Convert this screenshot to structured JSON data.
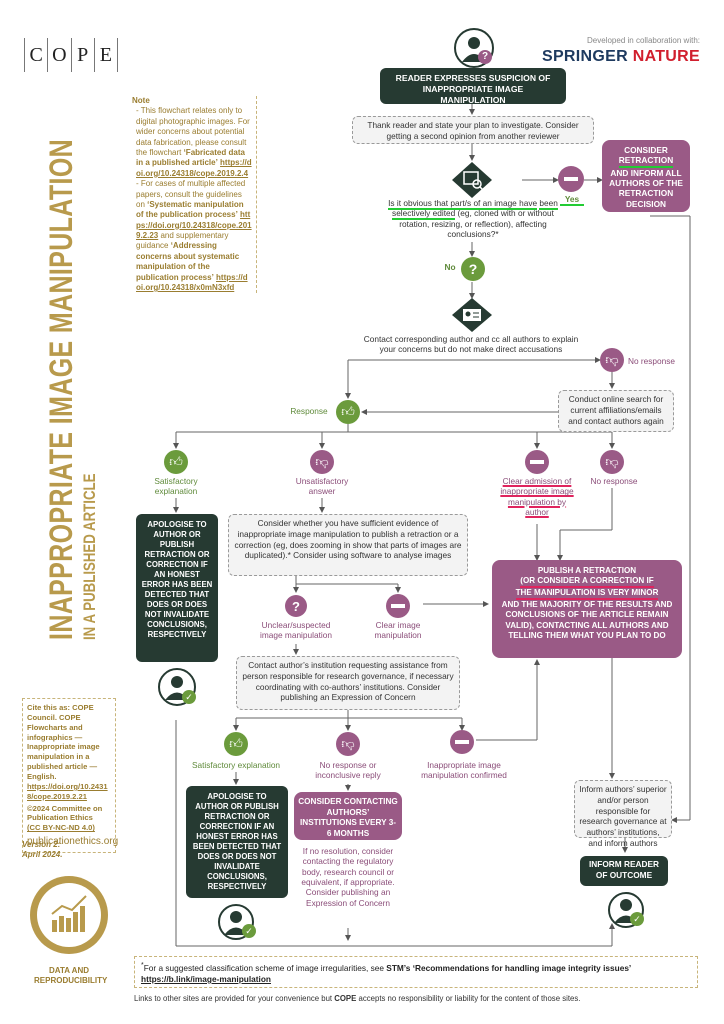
{
  "logo": {
    "letters": [
      "C",
      "O",
      "P",
      "E"
    ]
  },
  "partner": {
    "developed": "Developed in collaboration with:",
    "name1": "SPRINGER",
    "name2": " NATURE"
  },
  "side_title": {
    "line1": "INAPPROPRIATE IMAGE MANIPULATION",
    "line2": "IN A PUBLISHED ARTICLE"
  },
  "note": {
    "title": "Note",
    "item1_intro": "- This flowchart relates only to digital photographic images. For wider concerns about potential data fabrication, please consult the flowchart ",
    "item1_bold": "‘Fabricated data in a published article’",
    "item1_link": "https://doi.org/10.24318/cope.2019.2.4",
    "item2_intro": "- For cases of multiple affected papers, consult the guidelines on ",
    "item2_bold1": "‘Systematic manipulation of the publication process’",
    "item2_link1": "https://doi.org/10.24318/cope.2019.2.23",
    "item2_mid": " and supplementary guidance ",
    "item2_bold2": "‘Addressing concerns about systematic manipulation of the publication process’",
    "item2_link2": "https://doi.org/10.24318/x0mN3xfd"
  },
  "cite": {
    "text": "Cite this as: COPE Council. COPE Flowcharts and infographics — Inappropriate image manipulation in a published article — English.",
    "link": "https://doi.org/10.24318/cope.2019.2.21",
    "copyright": "©2024 Committee on Publication Ethics",
    "license": "(CC BY-NC-ND 4.0)",
    "site": "publicationethics.org"
  },
  "version": {
    "line1": "Version 2:",
    "line2": "April 2024."
  },
  "badge": {
    "label": "DATA AND REPRODUCIBILITY"
  },
  "nodes": {
    "start": "READER EXPRESSES SUSPICION OF INAPPROPRIATE IMAGE MANIPULATION",
    "thank": "Thank reader and state your plan to investigate. Consider getting a second opinion from another reviewer",
    "q_pre": "Is it obvious that part/s of an image have",
    "q_hl": "been selectively edited",
    "q_post": " (eg, cloned with or without rotation, resizing, or reflection), affecting conclusions?*",
    "yes": "Yes",
    "no": "No",
    "consider_pre": "CONSIDER",
    "consider_hl": "RETRACTION",
    "consider_post": "AND INFORM ALL AUTHORS OF THE RETRACTION DECISION",
    "contact": "Contact corresponding author and cc all authors to explain your concerns but do not make direct accusations",
    "no_response": "No response",
    "response": "Response",
    "online": "Conduct online search for current affiliations/emails and contact authors again",
    "satisfactory": "Satisfactory explanation",
    "unsatisfactory": "Unsatisfactory answer",
    "clear_admission": "Clear admission of inappropriate image manipulation by author",
    "no_response2": "No response",
    "apologise1": "APOLOGISE TO AUTHOR OR PUBLISH RETRACTION OR CORRECTION IF AN HONEST ERROR HAS BEEN DETECTED THAT DOES OR DOES NOT INVALIDATE CONCLUSIONS, RESPECTIVELY",
    "evidence": "Consider whether you have sufficient evidence of inappropriate image manipulation to publish a retraction or a correction (eg, does zooming in show that parts of images are duplicated).* Consider using software to analyse images",
    "publish_pre": "PUBLISH A RETRACTION",
    "publish_hl1": "(OR CONSIDER A CORRECTION IF",
    "publish_hl2": "THE MANIPULATION IS VERY MINOR",
    "publish_post": "AND THE MAJORITY OF THE RESULTS AND CONCLUSIONS OF THE ARTICLE REMAIN VALID), CONTACTING ALL AUTHORS AND TELLING THEM WHAT YOU PLAN TO DO",
    "unclear": "Unclear/suspected image manipulation",
    "clear_manip": "Clear image manipulation",
    "institution": "Contact author’s institution requesting assistance from person responsible for research governance, if necessary coordinating with co-authors’ institutions. Consider publishing an Expression of Concern",
    "satisfactory2": "Satisfactory explanation",
    "inconclusive": "No response or inconclusive reply",
    "confirmed": "Inappropriate image manipulation confirmed",
    "apologise2": "APOLOGISE TO AUTHOR OR PUBLISH RETRACTION OR CORRECTION IF AN HONEST ERROR HAS BEEN DETECTED THAT DOES OR DOES NOT INVALIDATE CONCLUSIONS, RESPECTIVELY",
    "contact_inst": "CONSIDER CONTACTING AUTHORS’ INSTITUTIONS EVERY 3-6 MONTHS",
    "no_resolution": "If no resolution, consider contacting the regulatory body, research council or equivalent, if appropriate. Consider publishing an Expression of Concern",
    "inform_superior": "Inform authors’ superior and/or person responsible for research governance at authors’ institutions, and inform authors",
    "inform_reader": "INFORM READER OF OUTCOME"
  },
  "footnote": {
    "star": "*",
    "text": "For a suggested classification scheme of image irregularities, see ",
    "bold": "STM’s ‘Recommendations for handling image integrity issues’",
    "link": "https://b.link/image-manipulation"
  },
  "disclaimer_pre": "Links to other sites are provided for your convenience but ",
  "disclaimer_bold": "COPE",
  "disclaimer_post": " accepts no responsibility or liability for the content of those sites.",
  "colors": {
    "dark": "#263a32",
    "purple": "#9a5a86",
    "green": "#6b9b3c",
    "gold": "#b89a4c",
    "highlight_green": "#22cc33",
    "highlight_red": "#e0245e"
  }
}
